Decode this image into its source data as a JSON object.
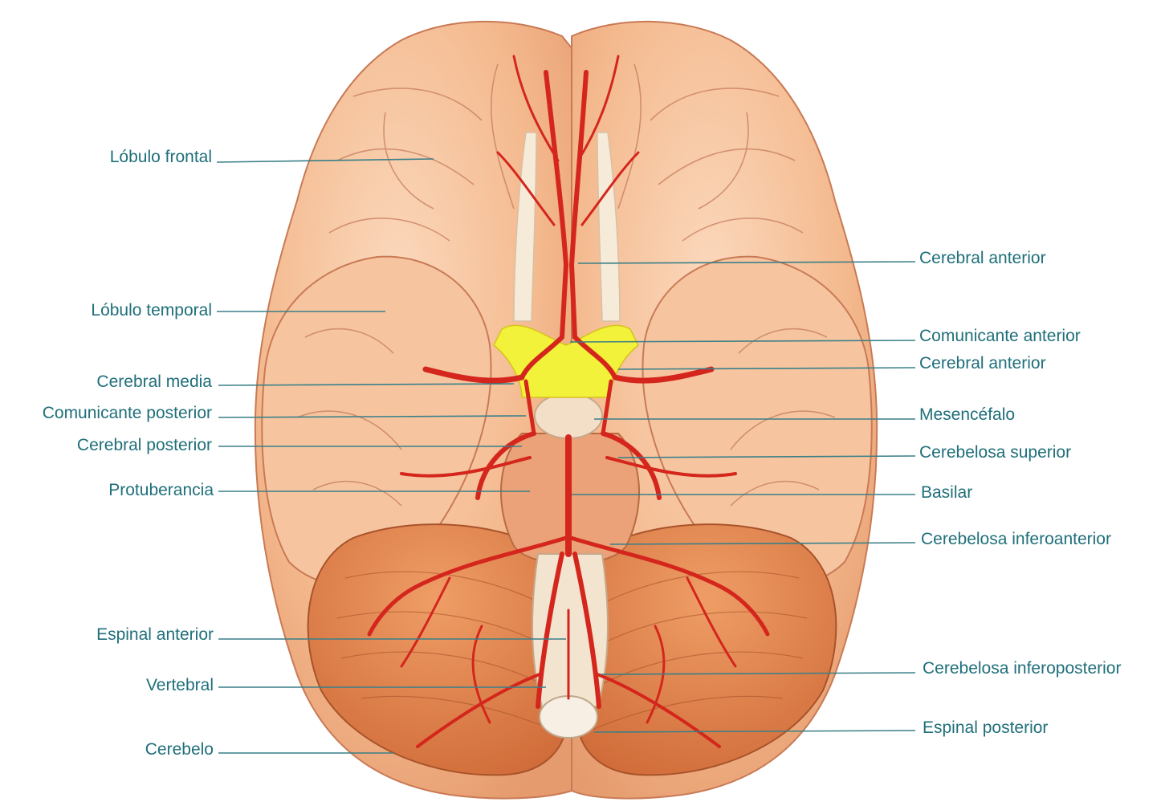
{
  "colors": {
    "label_text": "#1f6f7a",
    "leader_line": "#3a7f88",
    "brain_fill": "#f4b98e",
    "brain_outline": "#c97a55",
    "cerebellum_fill": "#e08552",
    "artery": "#d4261c",
    "chiasm": "#f2f23a",
    "nerve": "#f6ead8"
  },
  "labels": {
    "left": [
      {
        "id": "lobulo-frontal",
        "text": "Lóbulo frontal"
      },
      {
        "id": "lobulo-temporal",
        "text": "Lóbulo temporal"
      },
      {
        "id": "cerebral-media",
        "text": "Cerebral media"
      },
      {
        "id": "comunicante-posterior",
        "text": "Comunicante posterior"
      },
      {
        "id": "cerebral-posterior",
        "text": "Cerebral posterior"
      },
      {
        "id": "protuberancia",
        "text": "Protuberancia"
      },
      {
        "id": "espinal-anterior",
        "text": "Espinal anterior"
      },
      {
        "id": "vertebral",
        "text": "Vertebral"
      },
      {
        "id": "cerebelo",
        "text": "Cerebelo"
      }
    ],
    "right": [
      {
        "id": "cerebral-anterior-1",
        "text": "Cerebral anterior"
      },
      {
        "id": "comunicante-anterior",
        "text": "Comunicante anterior"
      },
      {
        "id": "cerebral-anterior-2",
        "text": "Cerebral anterior"
      },
      {
        "id": "mesencefalo",
        "text": "Mesencéfalo"
      },
      {
        "id": "cerebelosa-superior",
        "text": "Cerebelosa superior"
      },
      {
        "id": "basilar",
        "text": "Basilar"
      },
      {
        "id": "cerebelosa-inferoanterior",
        "text": "Cerebelosa inferoanterior"
      },
      {
        "id": "cerebelosa-inferoposterior",
        "text": "Cerebelosa inferoposterior"
      },
      {
        "id": "espinal-posterior",
        "text": "Espinal posterior"
      }
    ]
  }
}
